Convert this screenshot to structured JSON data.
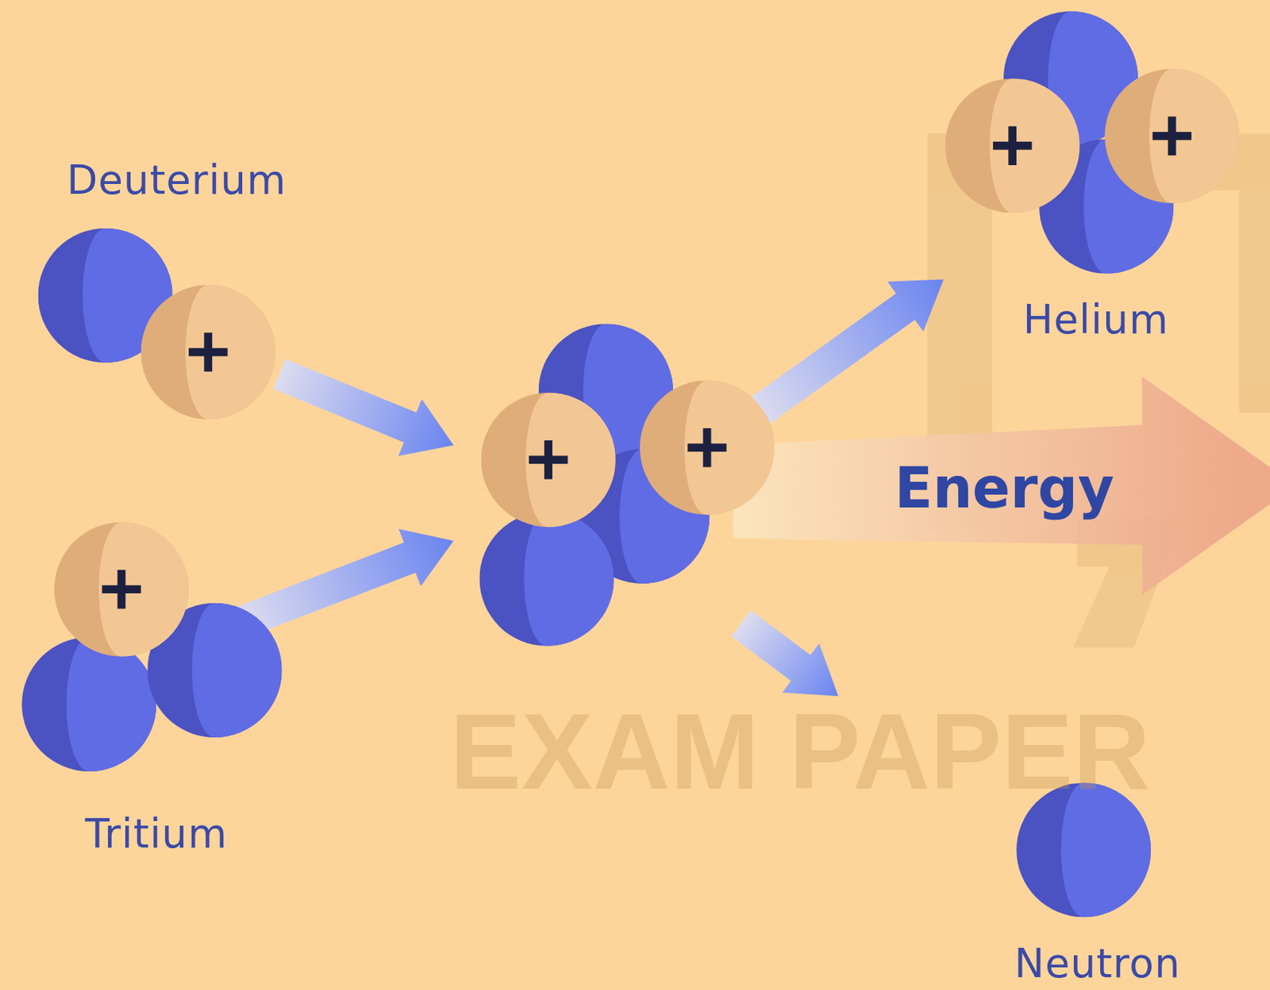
{
  "diagram": {
    "nodes": [
      {
        "text": [
          "Deuterium"
        ]
      },
      {
        "text": [
          "Tritium"
        ]
      },
      {
        "text": [
          "Helium"
        ]
      },
      {
        "text": [
          "Neutron"
        ]
      }
    ],
    "labels": [
      "Energy",
      "EXAM PAPER"
    ]
  }
}
